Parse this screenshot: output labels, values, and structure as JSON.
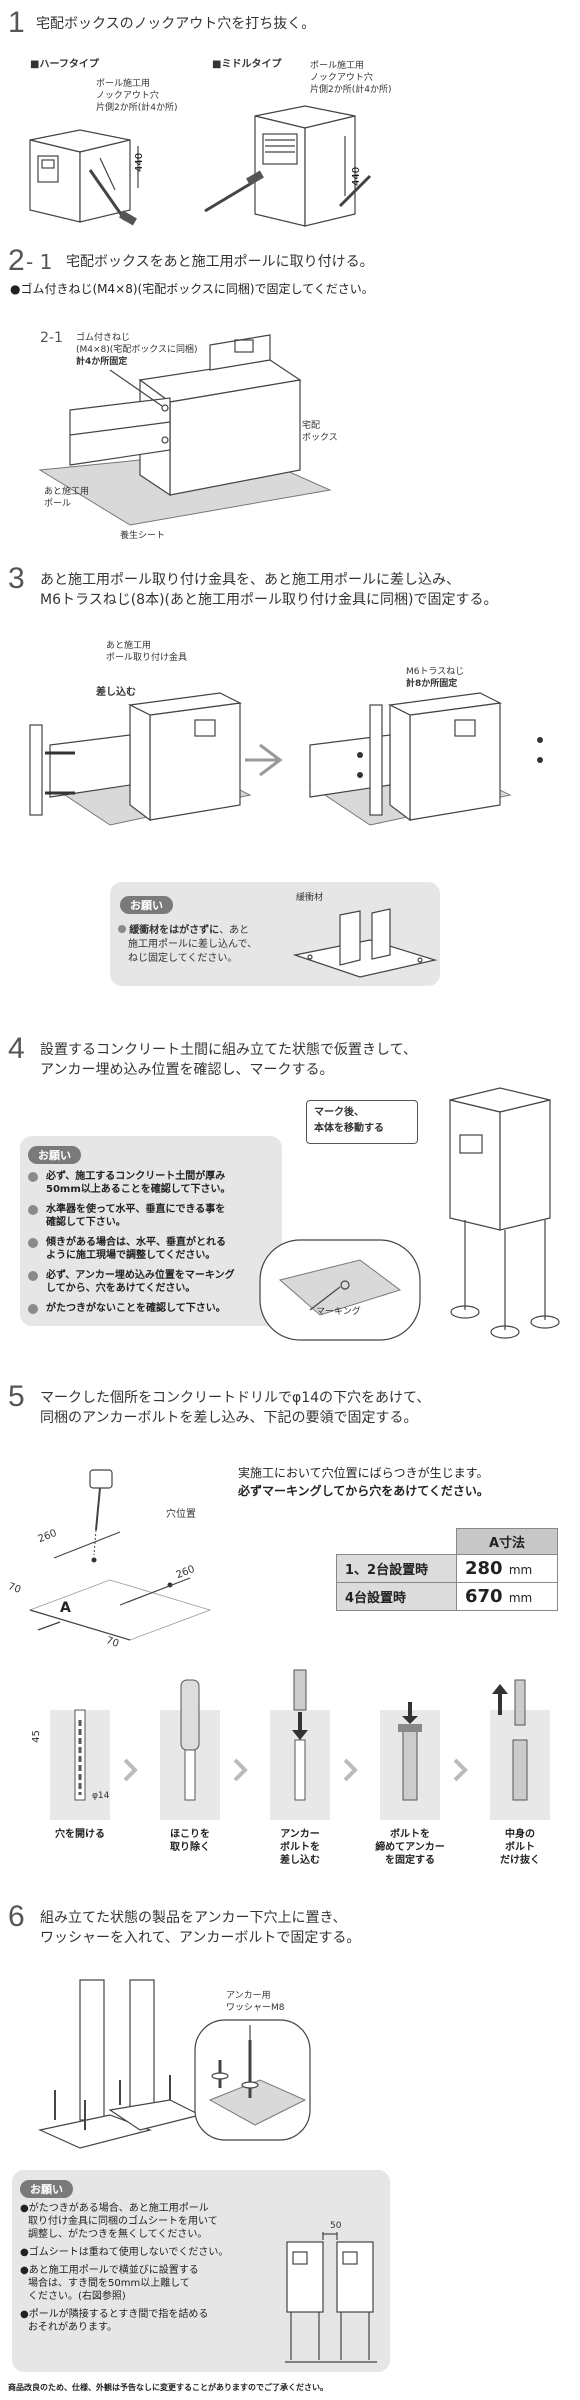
{
  "s1": {
    "num": "1",
    "title": "宅配ボックスのノックアウト穴を打ち抜く。",
    "half": {
      "type": "■ハーフタイプ",
      "note1": "ポール施工用",
      "note2": "ノックアウト穴",
      "note3": "片側2か所(計4か所)",
      "dim": "440"
    },
    "middle": {
      "type": "■ミドルタイプ",
      "note1": "ポール施工用",
      "note2": "ノックアウト穴",
      "note3": "片側2か所(計4か所)",
      "dim": "440"
    }
  },
  "s2": {
    "num": "2",
    "sub": "- 1",
    "title": "宅配ボックスをあと施工用ポールに取り付ける。",
    "bullet": "●ゴム付きねじ(M4×8)(宅配ボックスに同梱)で固定してください。",
    "fig_num": "2-1",
    "fig_l1": "ゴム付きねじ",
    "fig_l2": "(M4×8)(宅配ボックスに同梱)",
    "fig_l3": "計4か所固定",
    "box_l1": "宅配",
    "box_l2": "ボックス",
    "pole_l1": "あと施工用",
    "pole_l2": "ポール",
    "sheet": "養生シート"
  },
  "s3": {
    "num": "3",
    "line1": "あと施工用ポール取り付け金具を、あと施工用ポールに差し込み、",
    "line2": "M6トラスねじ(8本)(あと施工用ポール取り付け金具に同梱)で固定する。",
    "bracket_l1": "あと施工用",
    "bracket_l2": "ポール取り付け金具",
    "insert": "差し込む",
    "screw_l1": "M6トラスねじ",
    "screw_l2": "計8か所固定",
    "note_badge": "お願い",
    "note_bold": "緩衝材をはがさずに",
    "note_rest1": "、あと",
    "note_line2": "施工用ポールに差し込んで、",
    "note_line3": "ねじ固定してください。",
    "cushion": "緩衝材"
  },
  "s4": {
    "num": "4",
    "line1": "設置するコンクリート土間に組み立てた状態で仮置きして、",
    "line2": "アンカー埋め込み位置を確認し、マークする。",
    "badge": "お願い",
    "bullets": [
      [
        "必ず、施工するコンクリート土間が厚み",
        "50mm以上あることを確認して下さい。"
      ],
      [
        "水準器を使って水平、垂直にできる事を",
        "確認して下さい。"
      ],
      [
        "傾きがある場合は、水平、垂直がとれる",
        "ように施工現場で調整してください。"
      ],
      [
        "必ず、アンカー埋め込み位置をマーキング",
        "してから、穴をあけてください。"
      ],
      [
        "がたつきがないことを確認して下さい。"
      ]
    ],
    "callout1": "マーク後、",
    "callout2": "本体を移動する",
    "marking": "マーキング"
  },
  "s5": {
    "num": "5",
    "line1": "マークした個所をコンクリートドリルでφ14の下穴をあけて、",
    "line2": "同梱のアンカーボルトを差し込み、下記の要領で固定する。",
    "warn1": "実施工において穴位置にばらつきが生じます。",
    "warn2": "必ずマーキングしてから穴をあけてください。",
    "hole_label": "穴位置",
    "dim_260a": "260",
    "dim_260b": "260",
    "dim_70a": "70",
    "dim_70b": "70",
    "dim_A": "A",
    "table": {
      "header": "A寸法",
      "rows": [
        {
          "label": "1、2台設置時",
          "value": "280",
          "unit": "mm"
        },
        {
          "label": "4台設置時",
          "value": "670",
          "unit": "mm"
        }
      ]
    },
    "depth": "45",
    "phi": "φ14",
    "steps": [
      [
        "穴を開ける"
      ],
      [
        "ほこりを",
        "取り除く"
      ],
      [
        "アンカー",
        "ボルトを",
        "差し込む"
      ],
      [
        "ボルトを",
        "締めてアンカー",
        "を固定する"
      ],
      [
        "中身の",
        "ボルト",
        "だけ抜く"
      ]
    ]
  },
  "s6": {
    "num": "6",
    "line1": "組み立てた状態の製品をアンカー下穴上に置き、",
    "line2": "ワッシャーを入れて、アンカーボルトで固定する。",
    "washer1": "アンカー用",
    "washer2": "ワッシャーM8",
    "badge": "お願い",
    "bullets": [
      [
        "●がたつきがある場合、あと施工用ポール",
        "取り付け金具に同梱のゴムシートを用いて",
        "調整し、がたつきを無くしてください。"
      ],
      [
        "●ゴムシートは重ねて使用しないでください。"
      ],
      [
        "●あと施工用ポールで横並びに設置する",
        "場合は、すき間を50mm以上離して",
        "ください。(右図参照)"
      ],
      [
        "●ポールが隣接するとすき間で指を詰める",
        "おそれがあります。"
      ]
    ],
    "gap": "50"
  },
  "footer": "商品改良のため、仕様、外観は予告なしに変更することがありますのでご了承ください。"
}
